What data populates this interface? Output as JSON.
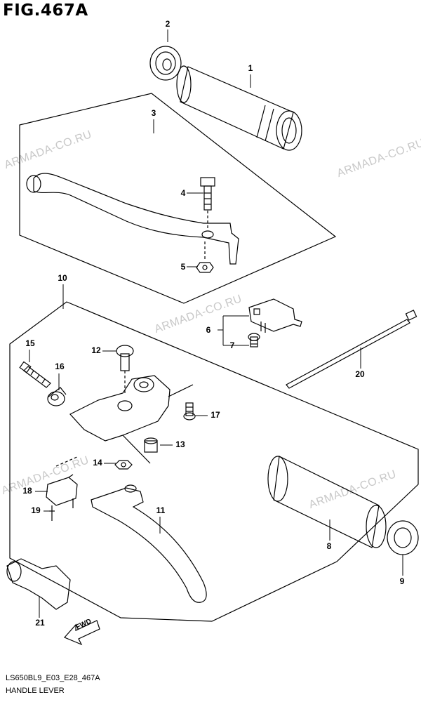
{
  "figure": {
    "title": "FIG.467A",
    "code": "LS650BL9_E03_E28_467A",
    "name": "HANDLE LEVER",
    "fwd_label": "FWD"
  },
  "watermark": "ARMADA-CO.RU",
  "callouts": [
    "1",
    "2",
    "3",
    "4",
    "5",
    "6",
    "7",
    "8",
    "9",
    "10",
    "11",
    "12",
    "13",
    "14",
    "15",
    "16",
    "17",
    "18",
    "19",
    "20",
    "21"
  ]
}
